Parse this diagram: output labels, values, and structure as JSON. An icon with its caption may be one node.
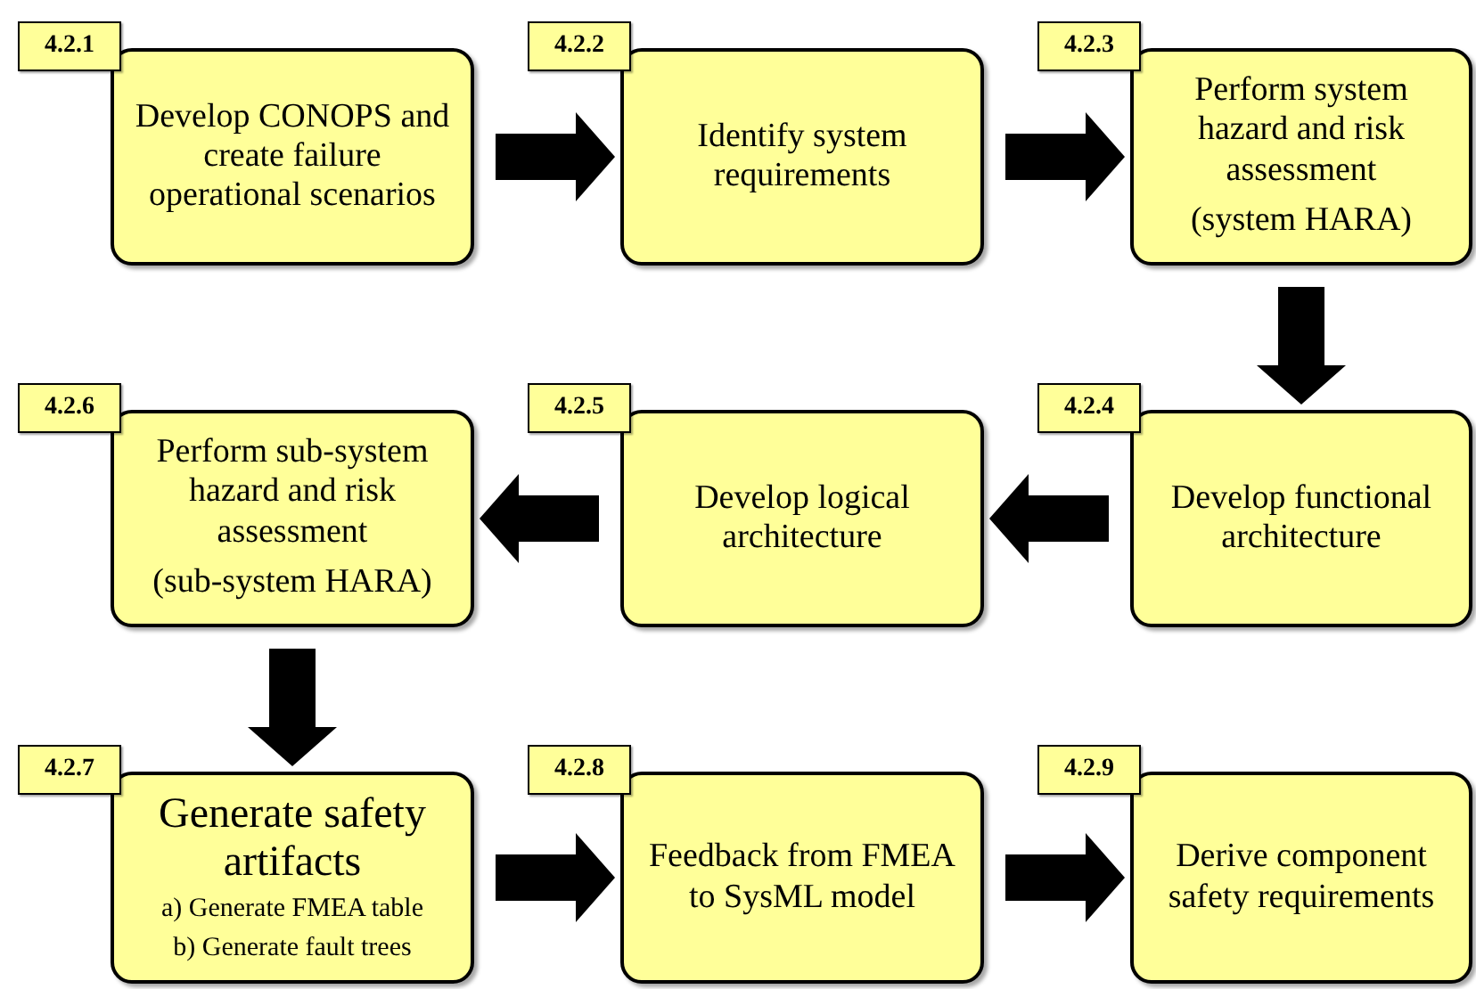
{
  "diagram": {
    "nodes": [
      {
        "text": [
          "4.2.1",
          "Develop CONOPS and create failure operational scenarios"
        ]
      },
      {
        "text": [
          "4.2.2",
          "Identify system requirements"
        ]
      },
      {
        "text": [
          "4.2.3",
          "Perform system hazard and risk assessment",
          "(system HARA)"
        ]
      },
      {
        "text": [
          "4.2.6",
          "Perform sub-system hazard and risk assessment",
          "(sub-system HARA)"
        ]
      },
      {
        "text": [
          "4.2.5",
          "Develop logical architecture"
        ]
      },
      {
        "text": [
          "4.2.4",
          "Develop functional architecture"
        ]
      },
      {
        "text": [
          "4.2.7",
          "Generate safety artifacts",
          "a) Generate FMEA table",
          "b) Generate fault trees"
        ]
      },
      {
        "text": [
          "4.2.8",
          "Feedback from FMEA to SysML model"
        ]
      },
      {
        "text": [
          "4.2.9",
          "Derive component safety requirements"
        ]
      }
    ],
    "edges": [
      {
        "from": 0,
        "to": 1,
        "arrow": "to"
      },
      {
        "from": 1,
        "to": 2,
        "arrow": "to"
      },
      {
        "from": 2,
        "to": 5,
        "arrow": "to"
      },
      {
        "from": 5,
        "to": 4,
        "arrow": "to"
      },
      {
        "from": 4,
        "to": 3,
        "arrow": "to"
      },
      {
        "from": 3,
        "to": 6,
        "arrow": "to"
      },
      {
        "from": 6,
        "to": 7,
        "arrow": "to"
      },
      {
        "from": 7,
        "to": 8,
        "arrow": "to"
      }
    ]
  }
}
